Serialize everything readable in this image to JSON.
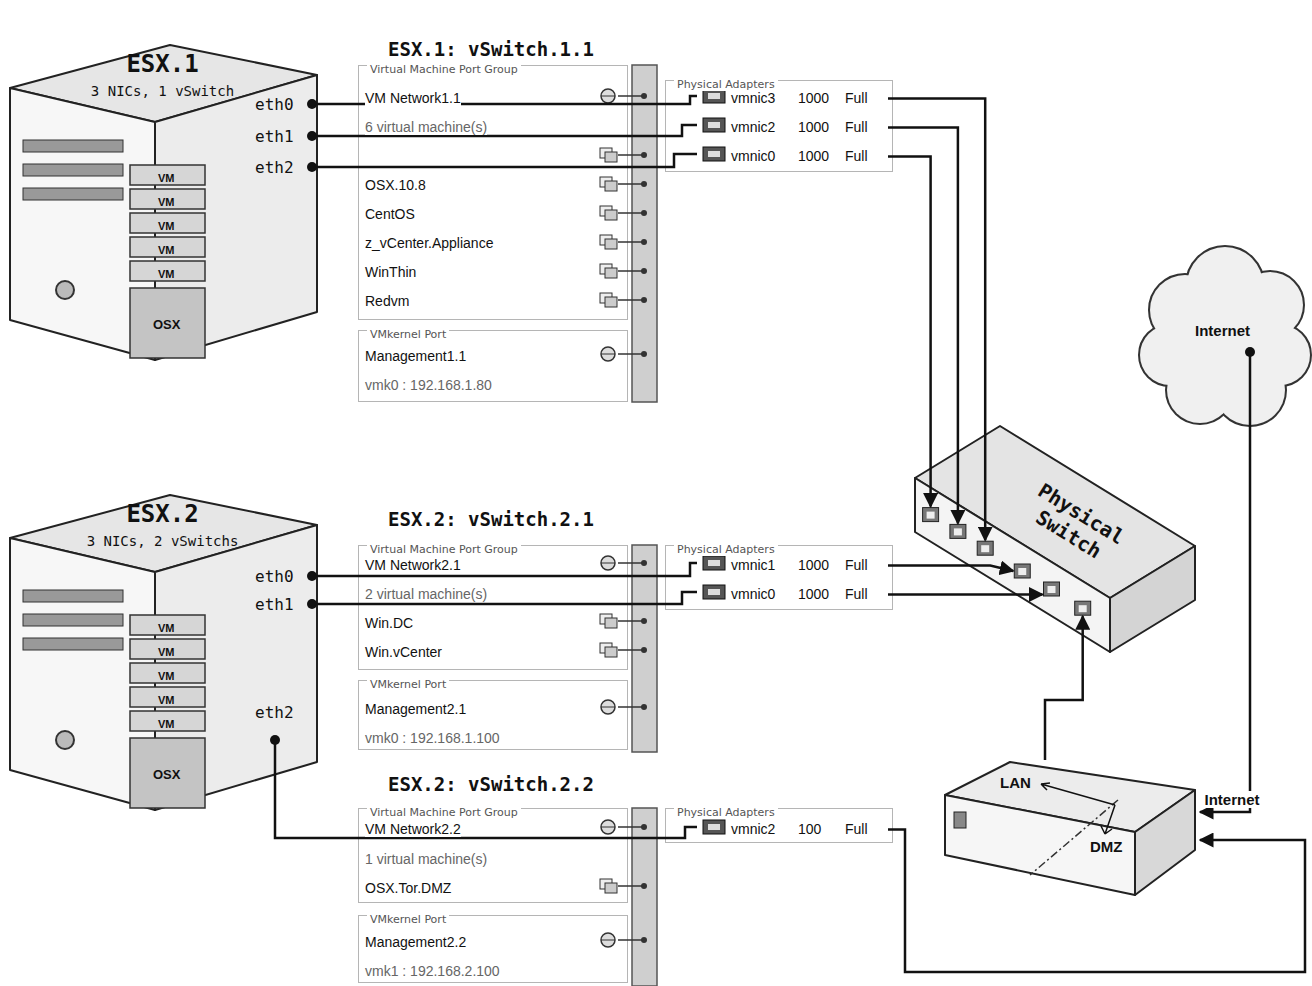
{
  "diagram": {
    "nodes": [
      {
        "text": [
          "ESX.1",
          "3 NICs, 1 vSwitch"
        ]
      },
      {
        "text": [
          "ESX.1: vSwitch.1.1"
        ]
      },
      {
        "text": [
          "Virtual Machine Port Group",
          "VM Network1.1",
          "6 virtual machine(s)",
          "OSX.10.8",
          "CentOS",
          "z_vCenter.Appliance",
          "WinThin",
          "Redvm"
        ],
        "in": 1
      },
      {
        "text": [
          "Physical Adapters"
        ],
        "in": 1
      },
      {
        "text": [
          "vmnic3",
          "1000",
          "Full"
        ],
        "in": 3
      },
      {
        "text": [
          "vmnic2",
          "1000",
          "Full"
        ],
        "in": 3
      },
      {
        "text": [
          "vmnic0",
          "1000",
          "Full"
        ],
        "in": 3
      },
      {
        "text": [
          "VMkernel Port",
          "Management1.1",
          "vmk0 : 192.168.1.80"
        ],
        "in": 1
      },
      {
        "text": [
          "ESX.2",
          "3 NICs, 2 vSwitchs"
        ]
      },
      {
        "text": [
          "ESX.2: vSwitch.2.1"
        ]
      },
      {
        "text": [
          "Virtual Machine Port Group",
          "VM Network2.1",
          "2 virtual machine(s)",
          "Win.DC",
          "Win.vCenter"
        ],
        "in": 9
      },
      {
        "text": [
          "Physical Adapters"
        ],
        "in": 9
      },
      {
        "text": [
          "vmnic1",
          "1000",
          "Full"
        ],
        "in": 11
      },
      {
        "text": [
          "vmnic0",
          "1000",
          "Full"
        ],
        "in": 11
      },
      {
        "text": [
          "VMkernel Port",
          "Management2.1",
          "vmk0 : 192.168.1.100"
        ],
        "in": 9
      },
      {
        "text": [
          "ESX.2: vSwitch.2.2"
        ]
      },
      {
        "text": [
          "Virtual Machine Port Group",
          "VM Network2.2",
          "1 virtual machine(s)",
          "OSX.Tor.DMZ"
        ],
        "in": 15
      },
      {
        "text": [
          "Physical Adapters"
        ],
        "in": 15
      },
      {
        "text": [
          "vmnic2",
          "100",
          "Full"
        ],
        "in": 17
      },
      {
        "text": [
          "VMkernel Port",
          "Management2.2",
          "vmk1 : 192.168.2.100"
        ],
        "in": 15
      },
      {
        "text": [
          "Physical Switch"
        ]
      },
      {
        "text": [
          "Internet"
        ]
      },
      {
        "text": [
          "LAN",
          "DMZ"
        ]
      }
    ],
    "edges": [
      {
        "from": 4,
        "to": 20,
        "arrow": "to"
      },
      {
        "from": 5,
        "to": 20,
        "arrow": "to"
      },
      {
        "from": 6,
        "to": 20,
        "arrow": "to"
      },
      {
        "from": 12,
        "to": 20,
        "arrow": "to"
      },
      {
        "from": 13,
        "to": 20,
        "arrow": "to"
      },
      {
        "from": 22,
        "to": 20,
        "arrow": "to"
      },
      {
        "from": 21,
        "to": 22,
        "label": "Internet",
        "arrow": "to"
      },
      {
        "from": 18,
        "to": 22,
        "arrow": "to"
      }
    ],
    "labels": [
      "eth0",
      "eth1",
      "eth2",
      "VM",
      "VM",
      "VM",
      "VM",
      "VM",
      "OSX",
      "eth0",
      "eth1",
      "eth2",
      "VM",
      "VM",
      "VM",
      "VM",
      "VM",
      "OSX"
    ]
  }
}
